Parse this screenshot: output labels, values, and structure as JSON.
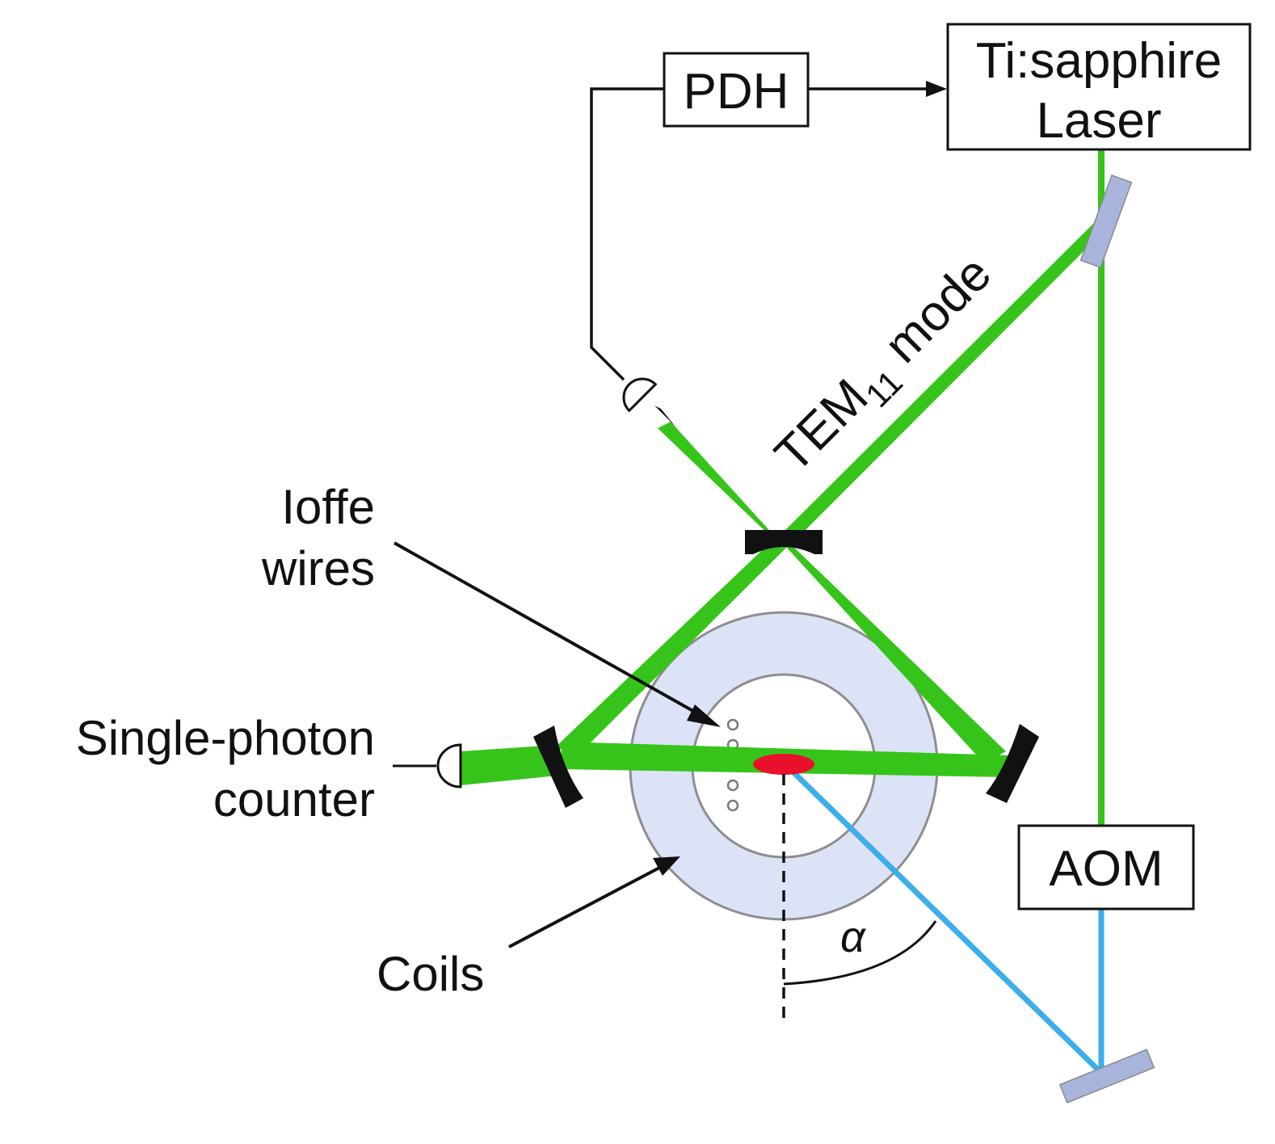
{
  "boxes": {
    "pdh": "PDH",
    "laser_line1": "Ti:sapphire",
    "laser_line2": "Laser",
    "aom": "AOM"
  },
  "labels": {
    "tem_main": "TEM",
    "tem_sub": "11",
    "tem_rest": " mode",
    "ioffe_line1": "Ioffe",
    "ioffe_line2": "wires",
    "spc_line1": "Single-photon",
    "spc_line2": "counter",
    "coils": "Coils",
    "alpha": "α"
  },
  "colors": {
    "green_beam": "#36c41a",
    "blue_beam": "#3daee9",
    "coil_fill": "#dde3f7",
    "mirror_fill": "#a9b4dd",
    "atom_cloud": "#e8102a"
  }
}
